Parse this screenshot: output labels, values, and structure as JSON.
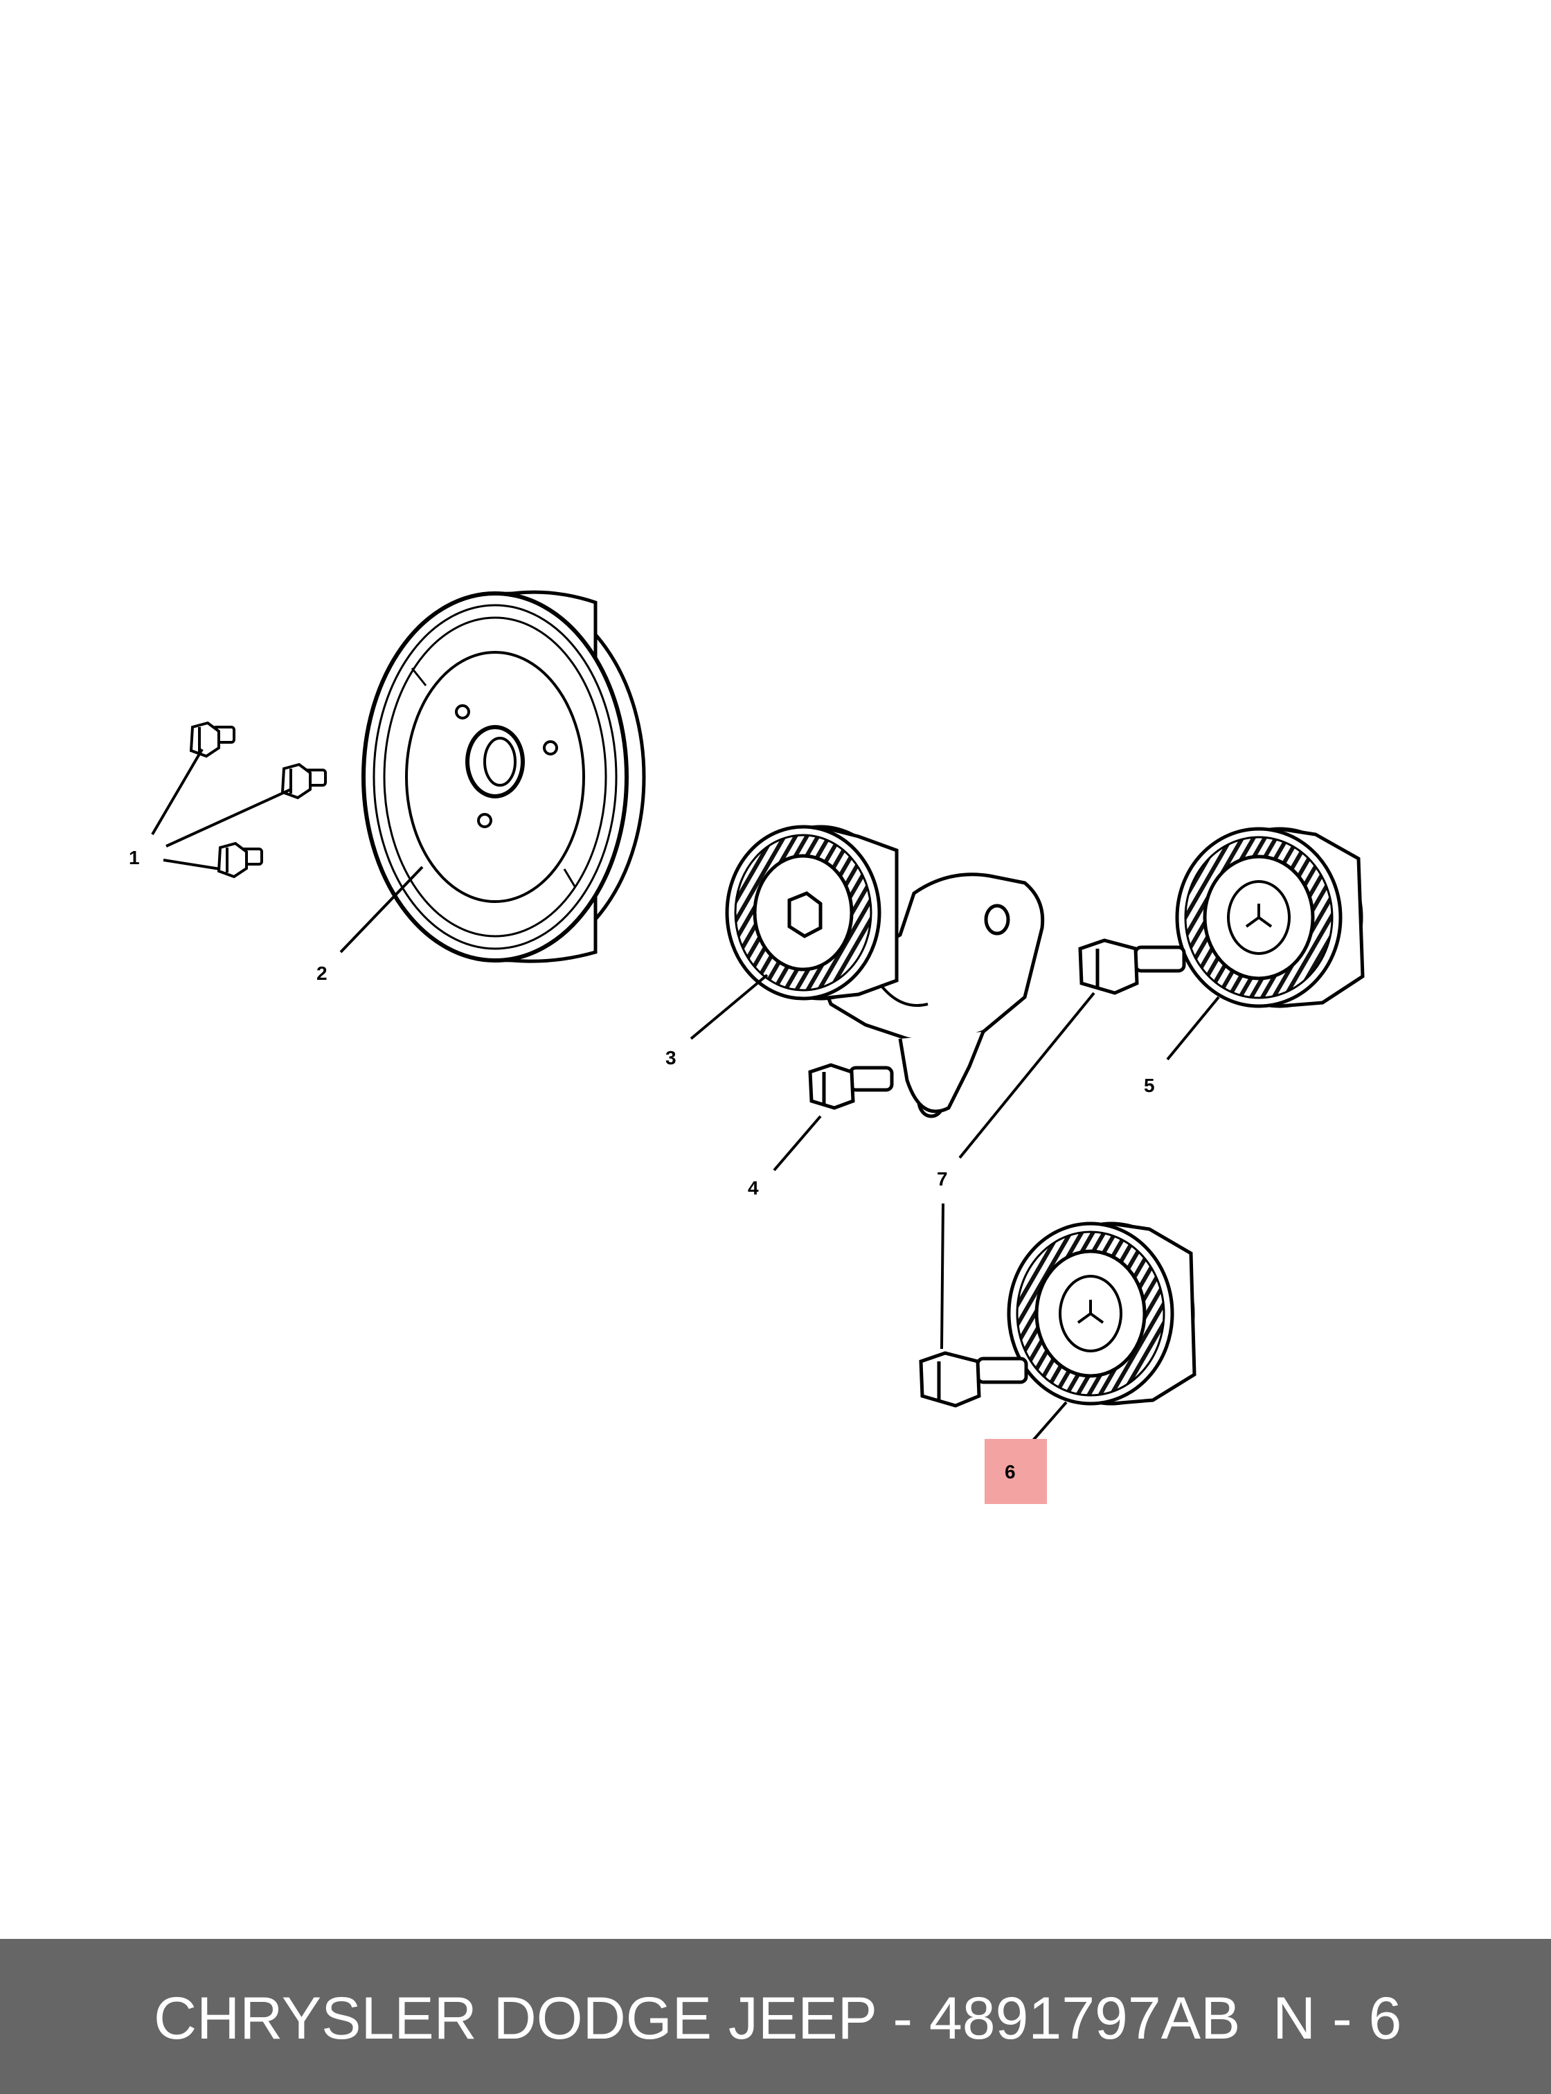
{
  "callouts": {
    "c1": "1",
    "c2": "2",
    "c3": "3",
    "c4": "4",
    "c5": "5",
    "c6": "6",
    "c7": "7"
  },
  "highlight": {
    "callout": "6",
    "color": "#f4a3a3"
  },
  "footer": {
    "title": "CHRYSLER DODGE JEEP - 4891797AB",
    "page": "N - 6",
    "background": "#666666",
    "text_color": "#ffffff"
  }
}
